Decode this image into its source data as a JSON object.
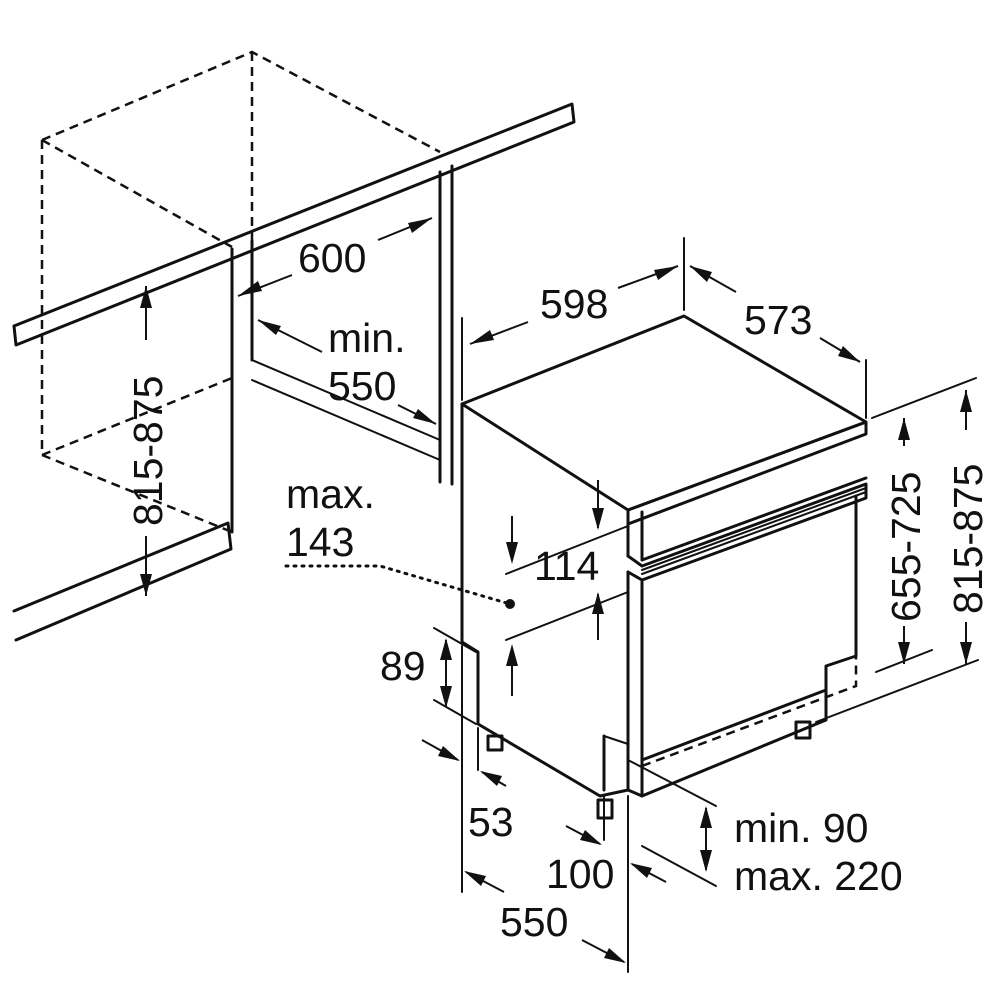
{
  "dimensions": {
    "niche_width": "600",
    "niche_depth_min_line1": "min.",
    "niche_depth_min_line2": "550",
    "niche_height": "815-875",
    "appliance_width": "598",
    "appliance_depth": "573",
    "appliance_height_right": "655-725",
    "overall_height_right": "815-875",
    "outlet_max_line1": "max.",
    "outlet_max_line2": "143",
    "panel_gap": "114",
    "plinth_height": "89",
    "foot_setback": "53",
    "foot_spacing": "100",
    "base_depth": "550",
    "plinth_clearance_line1": "min. 90",
    "plinth_clearance_line2": "max. 220"
  }
}
